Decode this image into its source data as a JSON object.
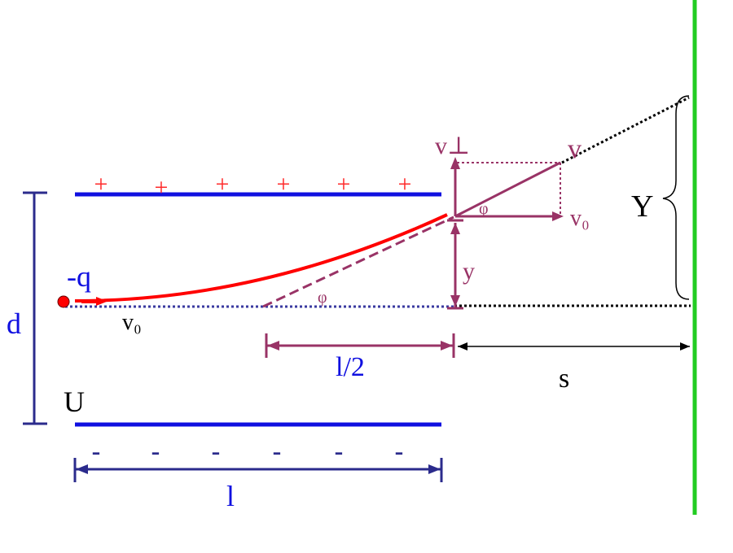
{
  "colors": {
    "plate": "#1010e0",
    "dim": "#2b2b8c",
    "path": "#ff0000",
    "charge_red": "#ff2a2a",
    "vector": "#993366",
    "screen": "#22cc22",
    "black": "#000000",
    "baseline": "#3a3aa0"
  },
  "labels": {
    "plus": "+",
    "minus": "-",
    "charge": "-q",
    "v0_initial": "v₀",
    "d": "d",
    "U": "U",
    "l": "l",
    "half_l": "l/2",
    "s": "s",
    "y": "y",
    "Y": "Y",
    "v_perp": "v⊥",
    "v": "v",
    "v0_component": "v₀",
    "phi_top": "φ",
    "phi_bottom": "φ"
  }
}
